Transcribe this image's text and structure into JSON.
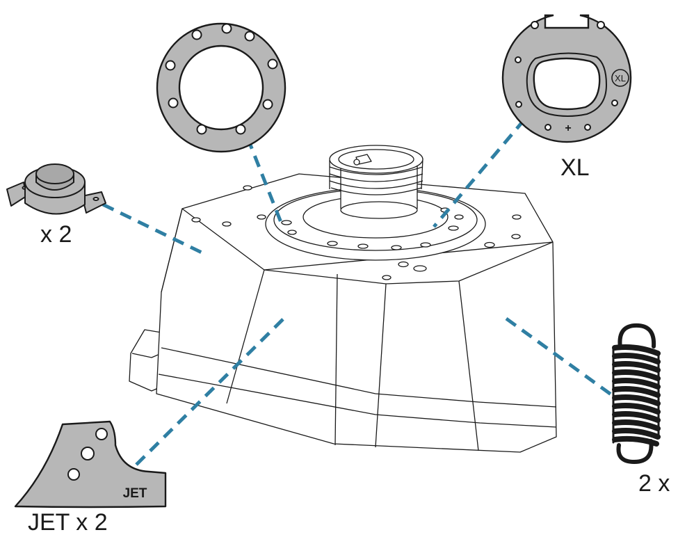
{
  "labels": {
    "xl_plate": "XL",
    "bumper_qty": "x 2",
    "jet_qty": "JET x 2",
    "spring_qty": "2 x",
    "jet_plate_text": "JET",
    "xl_badge": "XL",
    "plus_mark": "+"
  },
  "colors": {
    "leader_line": "#2f7fa3",
    "part_fill": "#b7b7b7",
    "outline": "#1a1a1a",
    "background": "#ffffff"
  },
  "parts": [
    "bumper",
    "gasket-ring",
    "xl-plate",
    "jet-plate",
    "spring",
    "base-housing"
  ]
}
